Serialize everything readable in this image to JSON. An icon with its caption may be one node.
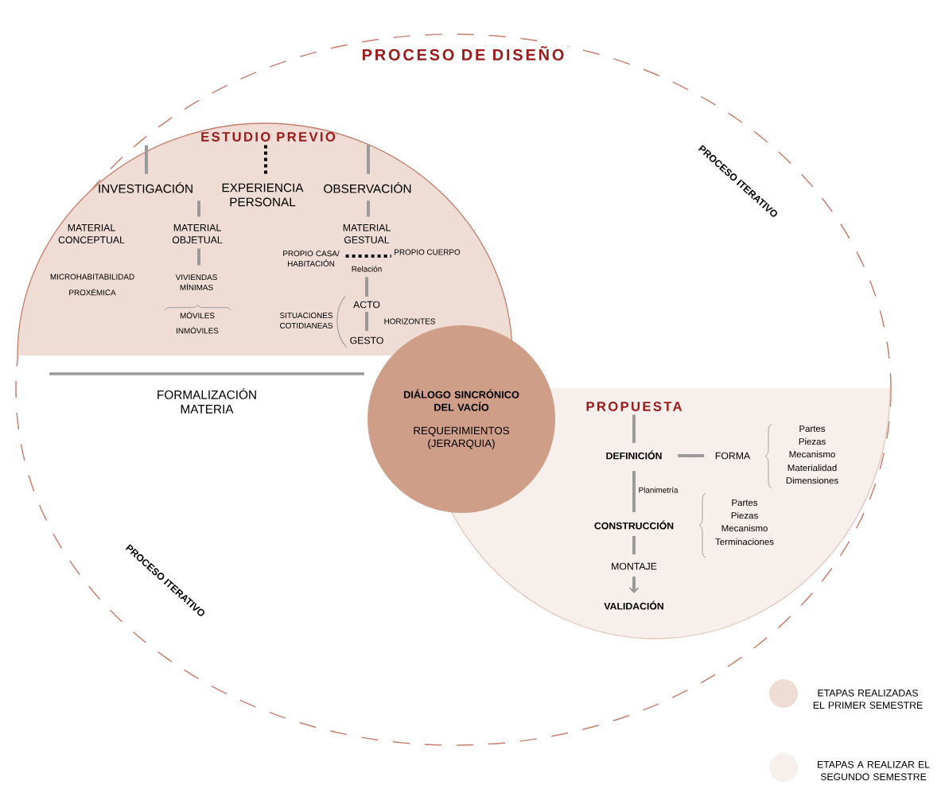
{
  "diagram": {
    "title": "PROCESO DE DISEÑO",
    "nodes": [
      {
        "text": [
          "ESTUDIO PREVIO"
        ]
      },
      {
        "text": [
          "INVESTIGACIÓN"
        ],
        "in": 0
      },
      {
        "text": [
          "EXPERIENCIA PERSONAL"
        ],
        "in": 0
      },
      {
        "text": [
          "OBSERVACIÓN"
        ],
        "in": 0
      },
      {
        "text": [
          "MATERIAL OBJETUAL"
        ],
        "in": 0
      },
      {
        "text": [
          "MATERIAL GESTUAL"
        ],
        "in": 0
      },
      {
        "text": [
          "VIVIENDAS MÍNIMAS"
        ],
        "in": 0
      },
      {
        "text": [
          "PROPIO CASA/ HABITACIÓN"
        ],
        "in": 0
      },
      {
        "text": [
          "PROPIO CUERPO"
        ],
        "in": 0
      },
      {
        "text": [
          "Relación"
        ],
        "in": 0
      },
      {
        "text": [
          "ACTO"
        ],
        "in": 0
      },
      {
        "text": [
          "GESTO"
        ],
        "in": 0
      },
      {
        "text": [
          "DIÁLOGO SINCRÓNICO DEL VACÍO",
          "REQUERIMIENTOS (JERARQUIA)"
        ]
      },
      {
        "text": [
          "PROPUESTA"
        ]
      },
      {
        "text": [
          "DEFINICIÓN"
        ],
        "in": 13
      },
      {
        "text": [
          "FORMA"
        ],
        "in": 13
      },
      {
        "text": [
          "CONSTRUCCIÓN"
        ],
        "in": 13
      },
      {
        "text": [
          "MONTAJE"
        ],
        "in": 13
      },
      {
        "text": [
          "VALIDACIÓN"
        ],
        "in": 13
      }
    ],
    "edges": [
      {
        "from": 0,
        "to": 1,
        "arrow": "none"
      },
      {
        "from": 0,
        "to": 2,
        "arrow": "none",
        "style": "dashed",
        "color": "#000000"
      },
      {
        "from": 0,
        "to": 3,
        "arrow": "none"
      },
      {
        "from": 1,
        "to": 4,
        "arrow": "none"
      },
      {
        "from": 3,
        "to": 5,
        "arrow": "none"
      },
      {
        "from": 4,
        "to": 6,
        "arrow": "none"
      },
      {
        "from": 7,
        "to": 8,
        "arrow": "none",
        "style": "dashed",
        "color": "#000000"
      },
      {
        "from": 9,
        "to": 10,
        "arrow": "none"
      },
      {
        "from": 10,
        "to": 11,
        "arrow": "none"
      },
      {
        "from": 13,
        "to": 14,
        "arrow": "none"
      },
      {
        "from": 14,
        "to": 15,
        "arrow": "none"
      },
      {
        "from": 14,
        "to": 16,
        "arrow": "none",
        "label": "Planimetría"
      },
      {
        "from": 16,
        "to": 17,
        "arrow": "none"
      },
      {
        "from": 17,
        "to": 18,
        "arrow": "to"
      }
    ],
    "labels": [
      "PROCESO ITERATIVO",
      "MATERIAL CONCEPTUAL",
      "MICROHABITABILIDAD",
      "PROXÉMICA",
      "MÓVILES",
      "INMÓVILES",
      "SITUACIONES COTIDIANEAS",
      "HORIZONTES",
      "FORMALIZACIÓN MATERIA",
      "Partes",
      "Piezas",
      "Mecanismo",
      "Materialidad",
      "Dimensiones",
      "Partes",
      "Piezas",
      "Mecanismo",
      "Terminaciones",
      "PROCESO ITERATIVO"
    ],
    "legend": [
      {
        "text": "ETAPAS REALIZADAS EL PRIMER SEMESTRE",
        "color": "#efdcd5"
      },
      {
        "text": "ETAPAS A REALIZAR EL SEGUNDO SEMESTRE",
        "color": "#f7efec"
      }
    ]
  }
}
